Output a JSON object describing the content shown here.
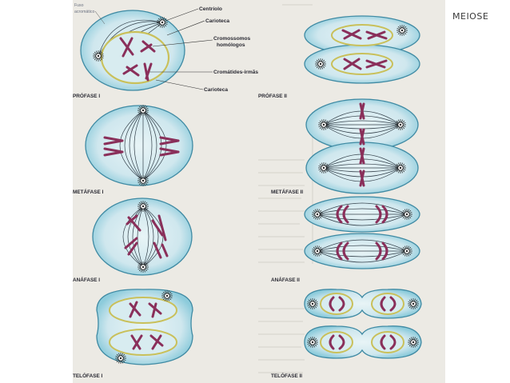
{
  "slide": {
    "title": "MEIOSE"
  },
  "figure": {
    "annotations": {
      "fuso": "Fuso",
      "fuso2": "acromático",
      "centriolo": "Centríolo",
      "carioteca": "Carioteca",
      "cromossomos": "Cromossomos",
      "homologos": "homólogos",
      "cromatides": "Cromátides-irmãs",
      "carioteca2": "Carioteca"
    },
    "stages_left": [
      "PRÓFASE I",
      "METÁFASE I",
      "ANÁFASE I",
      "TELÓFASE I"
    ],
    "stages_right": [
      "PRÓFASE II",
      "METÁFASE II",
      "ANÁFASE II",
      "TELÓFASE II"
    ]
  },
  "colors": {
    "cell_fill": "#cfe7ee",
    "cell_glow": "#7fc3d6",
    "cell_edge": "#3f8aa3",
    "chromosome": "#8a2f5a",
    "nuclear_envelope": "#c9c05a",
    "paper": "#eceae4"
  }
}
